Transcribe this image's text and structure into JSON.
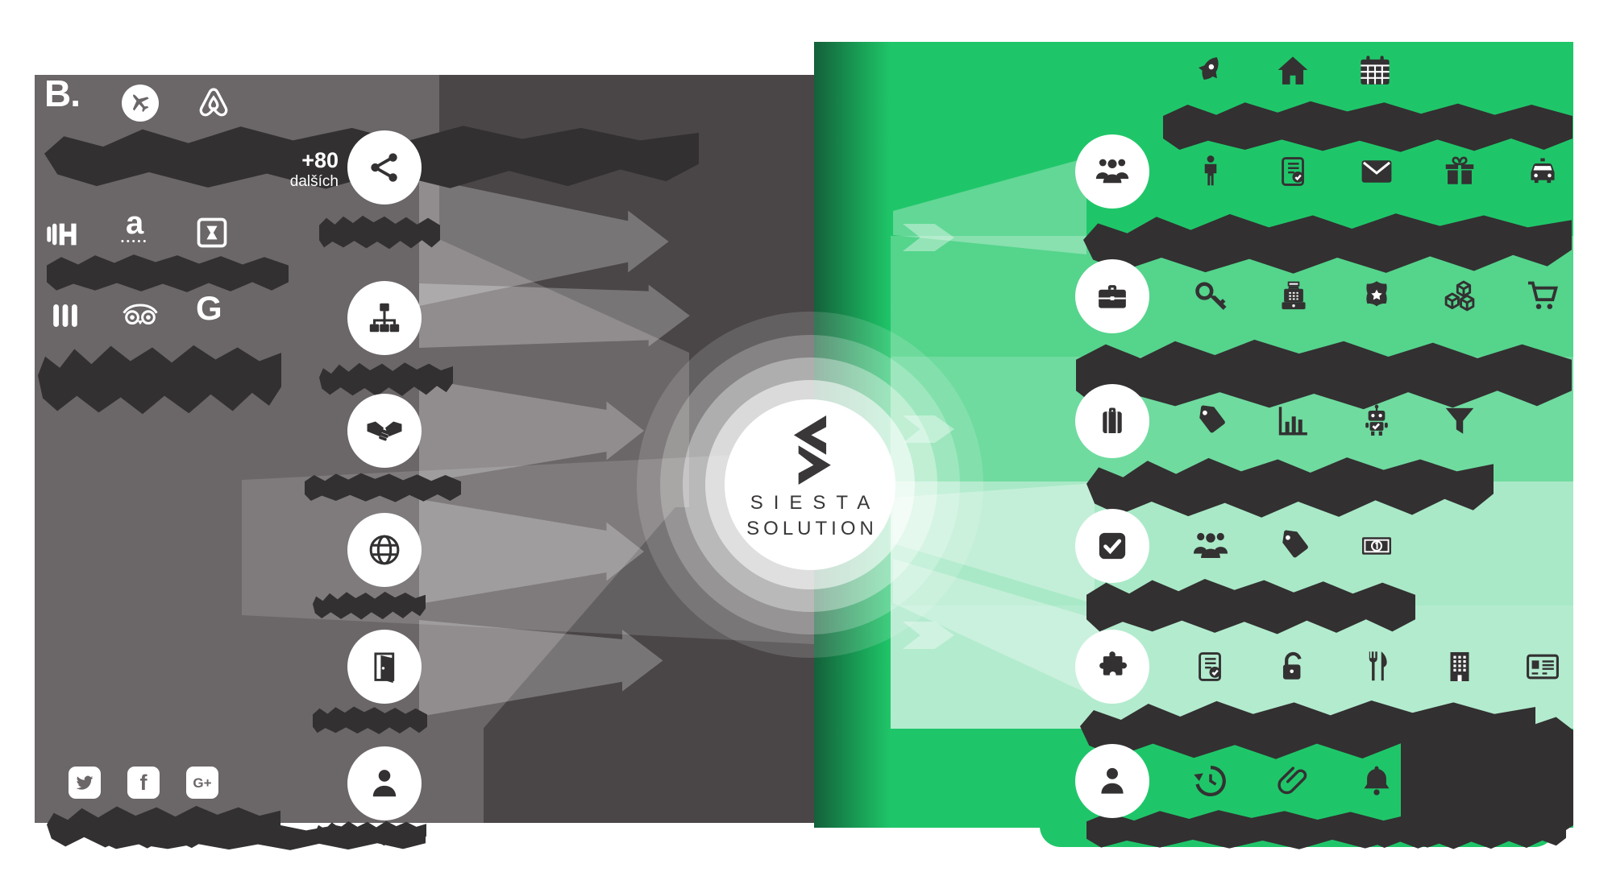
{
  "brand": {
    "line1": "SIESTA",
    "line2": "SOLUTION"
  },
  "left_panel": {
    "more_badge": {
      "count": "+80",
      "label": "dalších"
    },
    "logos": [
      {
        "name": "booking-logo",
        "label": "B."
      },
      {
        "name": "plane-logo"
      },
      {
        "name": "airbnb-logo"
      },
      {
        "name": "hotels-logo"
      },
      {
        "name": "agoda-logo",
        "label": "a",
        "dots": "•••••"
      },
      {
        "name": "hrs-logo"
      },
      {
        "name": "bars-logo"
      },
      {
        "name": "tripadvisor-logo"
      },
      {
        "name": "google-logo",
        "label": "G"
      }
    ],
    "channel_nodes": [
      {
        "icon": "share-icon"
      },
      {
        "icon": "sitemap-icon"
      },
      {
        "icon": "handshake-icon"
      },
      {
        "icon": "globe-icon"
      },
      {
        "icon": "door-icon"
      },
      {
        "icon": "person-icon"
      }
    ],
    "social_logos": [
      {
        "name": "twitter-logo"
      },
      {
        "name": "facebook-logo",
        "label": "f"
      },
      {
        "name": "google-plus-logo",
        "label": "G+"
      }
    ]
  },
  "right_panel": {
    "top_icons": [
      "rocket-icon",
      "home-icon",
      "calendar-icon"
    ],
    "rows": [
      {
        "node_icon": "people-icon",
        "icons": [
          "person-small-icon",
          "contract-icon",
          "envelope-icon",
          "gift-icon",
          "taxi-icon"
        ]
      },
      {
        "node_icon": "briefcase-icon",
        "icons": [
          "key-icon",
          "cash-register-icon",
          "badge-icon",
          "cubes-icon",
          "cart-icon"
        ]
      },
      {
        "node_icon": "suitcase-icon",
        "icons": [
          "tag-icon",
          "bar-chart-icon",
          "robot-icon",
          "funnel-icon"
        ]
      },
      {
        "node_icon": "checkbox-icon",
        "icons": [
          "people-icon",
          "tag-icon",
          "banknote-icon"
        ]
      },
      {
        "node_icon": "puzzle-icon",
        "icons": [
          "contract-icon",
          "padlock-icon",
          "restaurant-icon",
          "building-icon",
          "id-card-icon"
        ]
      },
      {
        "node_icon": "person-icon",
        "icons": [
          "history-icon",
          "paperclip-icon",
          "bell-icon"
        ]
      }
    ]
  },
  "colors": {
    "gray_bg": "#6b6667",
    "gray_dark": "#4a4647",
    "green": "#1fc669",
    "green_band_1": "#55d48c",
    "green_band_2": "#6fdb9f",
    "green_band_3": "#a9e9c7",
    "green_band_4": "#b3ebce",
    "ink": "#323031",
    "ink2": "#333132",
    "white": "#ffffff"
  }
}
